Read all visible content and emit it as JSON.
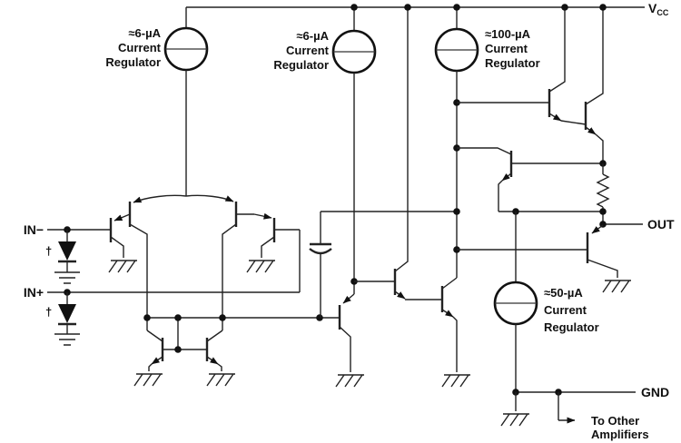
{
  "pins": {
    "vcc_main": "V",
    "vcc_sub": "CC",
    "in_minus": "IN−",
    "in_plus": "IN+",
    "out": "OUT",
    "gnd": "GND"
  },
  "regulators": [
    {
      "value": "≈6-µA",
      "line2": "Current",
      "line3": "Regulator"
    },
    {
      "value": "≈6-µA",
      "line2": "Current",
      "line3": "Regulator"
    },
    {
      "value": "≈100-µA",
      "line2": "Current",
      "line3": "Regulator"
    },
    {
      "value": "≈50-µA",
      "line2": "Current",
      "line3": "Regulator"
    }
  ],
  "annotations": {
    "dagger1": "†",
    "dagger2": "†",
    "to_other_line1": "To Other",
    "to_other_line2": "Amplifiers"
  },
  "colors": {
    "wire": "#222222",
    "text": "#111111",
    "background": "#ffffff"
  }
}
